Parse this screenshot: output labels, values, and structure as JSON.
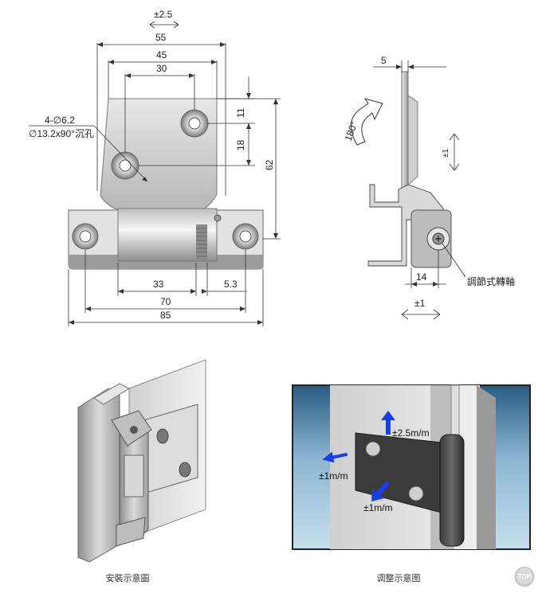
{
  "front_view": {
    "tol_top": "±2.5",
    "dim_55": "55",
    "dim_45": "45",
    "dim_30": "30",
    "dim_11": "11",
    "dim_18": "18",
    "dim_62": "62",
    "hole_callout_1": "4-∅6.2",
    "hole_callout_2": "∅13.2x90°沉孔",
    "dim_33": "33",
    "dim_5_3": "5.3",
    "dim_70": "70",
    "dim_85": "85"
  },
  "side_view": {
    "dim_5": "5",
    "rotation": "180°",
    "tol_vertical": "±1",
    "dim_14": "14",
    "axis_label": "調節式轉軸",
    "tol_horizontal": "±1"
  },
  "adjust_photo": {
    "label_up": "±2.5m/m",
    "label_left": "±1m/m",
    "label_down": "±1m/m"
  },
  "captions": {
    "install": "安裝示意圖",
    "adjust": "调整示意图"
  },
  "top_button": "TOP",
  "colors": {
    "arrow_blue": "#1a3fe0",
    "metal": "#c8c8c8",
    "photo_bg": "#6fa2c4"
  }
}
